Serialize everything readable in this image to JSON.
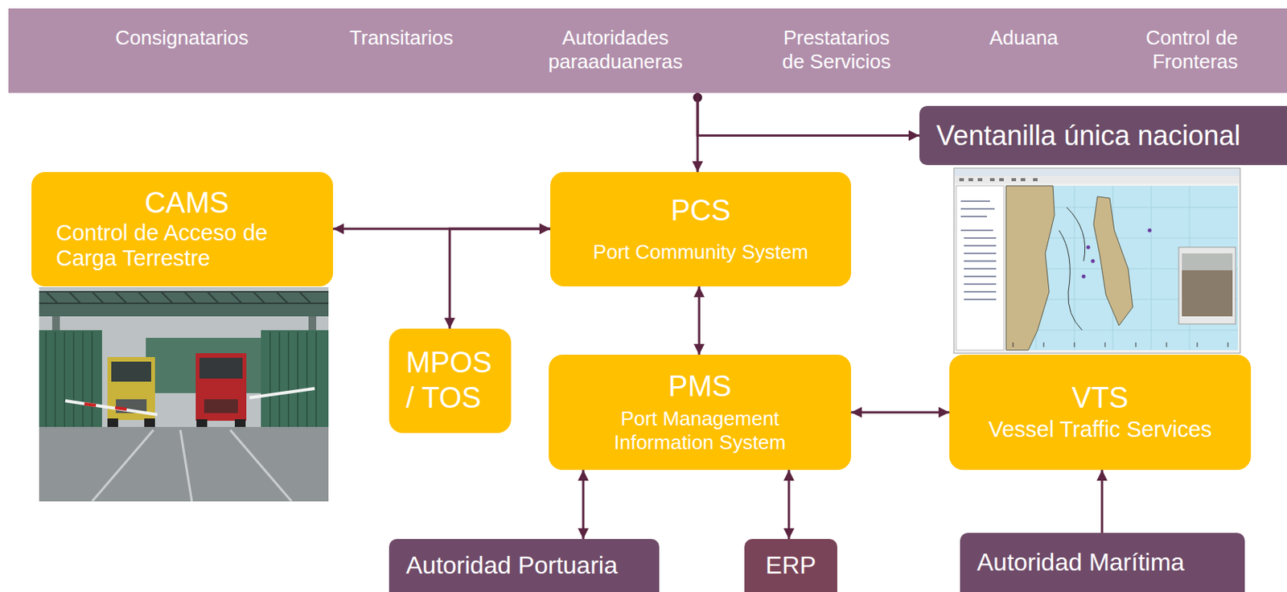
{
  "diagram": {
    "nodes": [
      {
        "text": [
          "Consignatarios",
          "Transitarios",
          "Autoridades paraaduaneras",
          "Prestatarios de Servicios",
          "Aduana",
          "Control de Fronteras"
        ]
      },
      {
        "text": [
          "Ventanilla única nacional"
        ]
      },
      {
        "text": [
          "CAMS",
          "Control de Acceso de Carga Terrestre"
        ]
      },
      {
        "text": [
          "PCS",
          "Port Community System"
        ]
      },
      {
        "text": [
          "MPOS / TOS"
        ]
      },
      {
        "text": [
          "PMS",
          "Port Management Information System"
        ]
      },
      {
        "text": [
          "VTS",
          "Vessel Traffic Services"
        ]
      },
      {
        "text": [
          "Autoridad Portuaria"
        ]
      },
      {
        "text": [
          "ERP"
        ]
      },
      {
        "text": [
          "Autoridad Marítima"
        ]
      }
    ],
    "edges": [
      {
        "from": 0,
        "to": 3,
        "arrow": "to"
      },
      {
        "from": 0,
        "to": 1,
        "arrow": "to"
      },
      {
        "from": 2,
        "to": 3,
        "arrow": "both"
      },
      {
        "from": 4,
        "to": 3,
        "arrow": "both"
      },
      {
        "from": 3,
        "to": 5,
        "arrow": "both"
      },
      {
        "from": 5,
        "to": 6,
        "arrow": "both"
      },
      {
        "from": 7,
        "to": 5,
        "arrow": "both"
      },
      {
        "from": 8,
        "to": 5,
        "arrow": "both"
      },
      {
        "from": 9,
        "to": 6,
        "arrow": "to"
      }
    ]
  }
}
